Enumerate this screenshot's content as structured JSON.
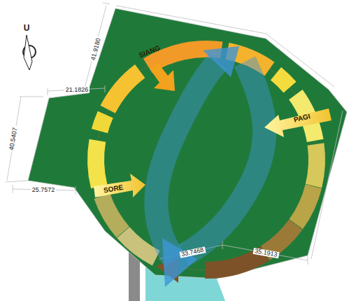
{
  "diagram": {
    "labels": [
      "U",
      "SIANG",
      "PAGI",
      "SORE",
      "41.9180",
      "21.1826",
      "40.5407",
      "25.7572",
      "33.7468",
      "35.1913"
    ]
  }
}
